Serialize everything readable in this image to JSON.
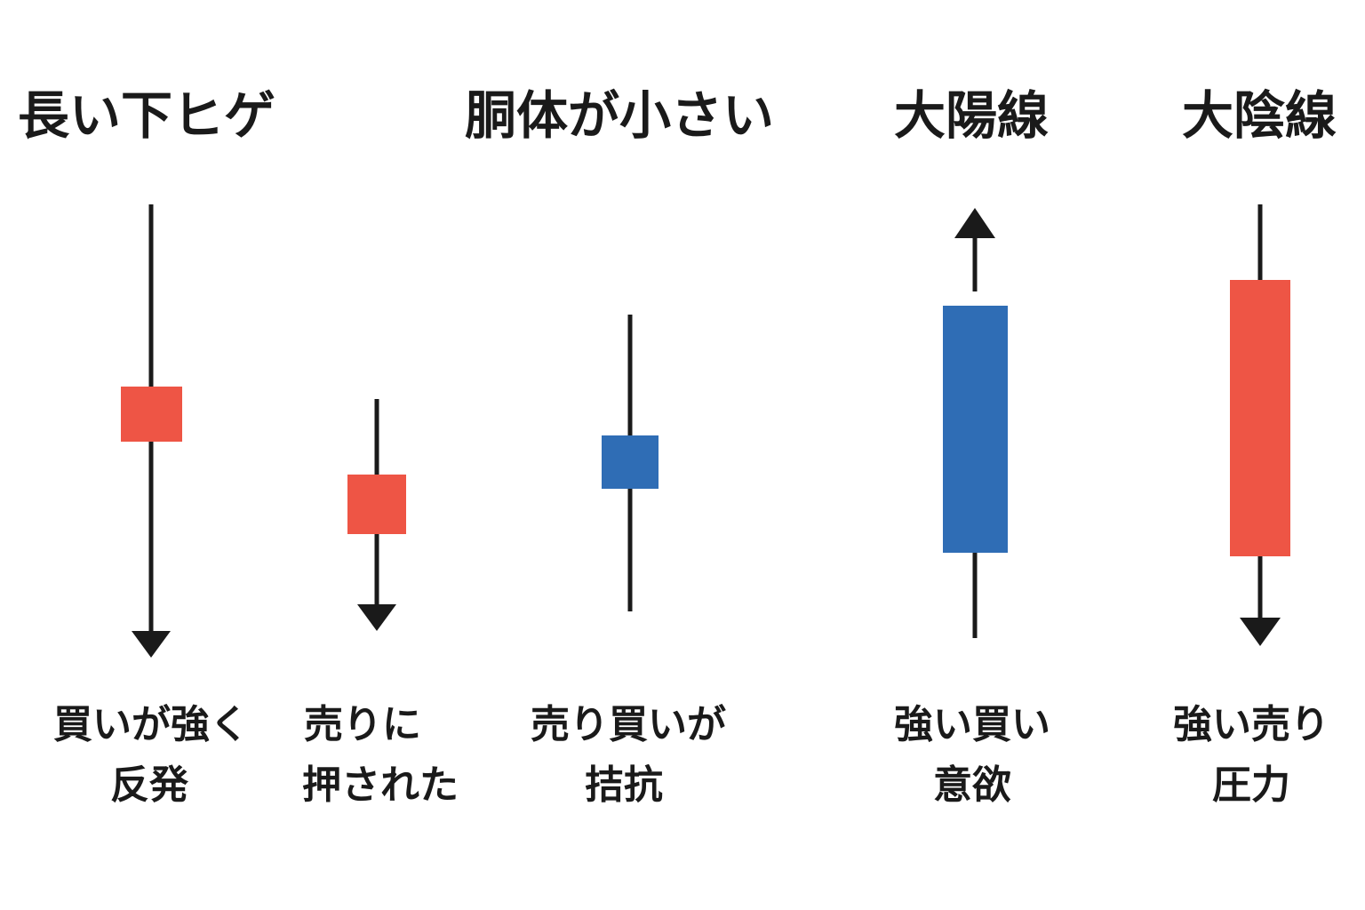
{
  "colors": {
    "bullish": "#2f6db5",
    "bearish": "#ee5545",
    "ink": "#1a1a1a"
  },
  "titles": {
    "long_lower_shadow": "長い下ヒゲ",
    "small_body": "胴体が小さい",
    "big_bull": "大陽線",
    "big_bear": "大陰線"
  },
  "candles": [
    {
      "id": "long-lower-shadow",
      "color": "bearish",
      "arrow": "down",
      "caption": [
        "買いが強く",
        "反発"
      ]
    },
    {
      "id": "pushed-by-selling",
      "color": "bearish",
      "arrow": "down",
      "caption": [
        "売りに",
        "押された"
      ]
    },
    {
      "id": "small-body",
      "color": "bullish",
      "arrow": "none",
      "caption": [
        "売り買いが",
        "拮抗"
      ]
    },
    {
      "id": "big-bull",
      "color": "bullish",
      "arrow": "up",
      "caption": [
        "強い買い",
        "意欲"
      ]
    },
    {
      "id": "big-bear",
      "color": "bearish",
      "arrow": "down",
      "caption": [
        "強い売り",
        "圧力"
      ]
    }
  ]
}
